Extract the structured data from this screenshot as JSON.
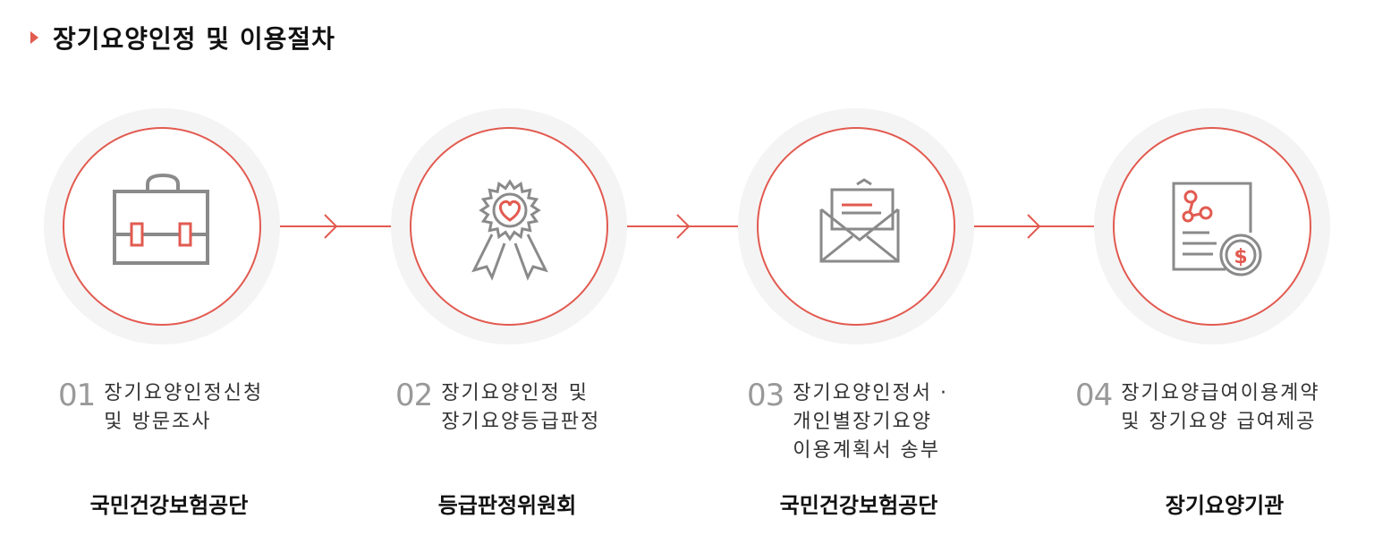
{
  "heading": {
    "title": "장기요양인정 및 이용절차"
  },
  "colors": {
    "accent": "#e25a50",
    "icon_gray": "#8a8a8a",
    "halo": "#f4f4f4"
  },
  "steps": [
    {
      "number": "01",
      "description": "장기요양인정신청\n및 방문조사",
      "organization": "국민건강보험공단",
      "icon": "briefcase-icon"
    },
    {
      "number": "02",
      "description": "장기요양인정 및\n장기요양등급판정",
      "organization": "등급판정위원회",
      "icon": "award-ribbon-icon"
    },
    {
      "number": "03",
      "description": "장기요양인정서 ·\n개인별장기요양\n이용계획서 송부",
      "organization": "국민건강보험공단",
      "icon": "envelope-letter-icon"
    },
    {
      "number": "04",
      "description": "장기요양급여이용계약\n및 장기요양 급여제공",
      "organization": "장기요양기관",
      "icon": "document-dollar-icon"
    }
  ]
}
